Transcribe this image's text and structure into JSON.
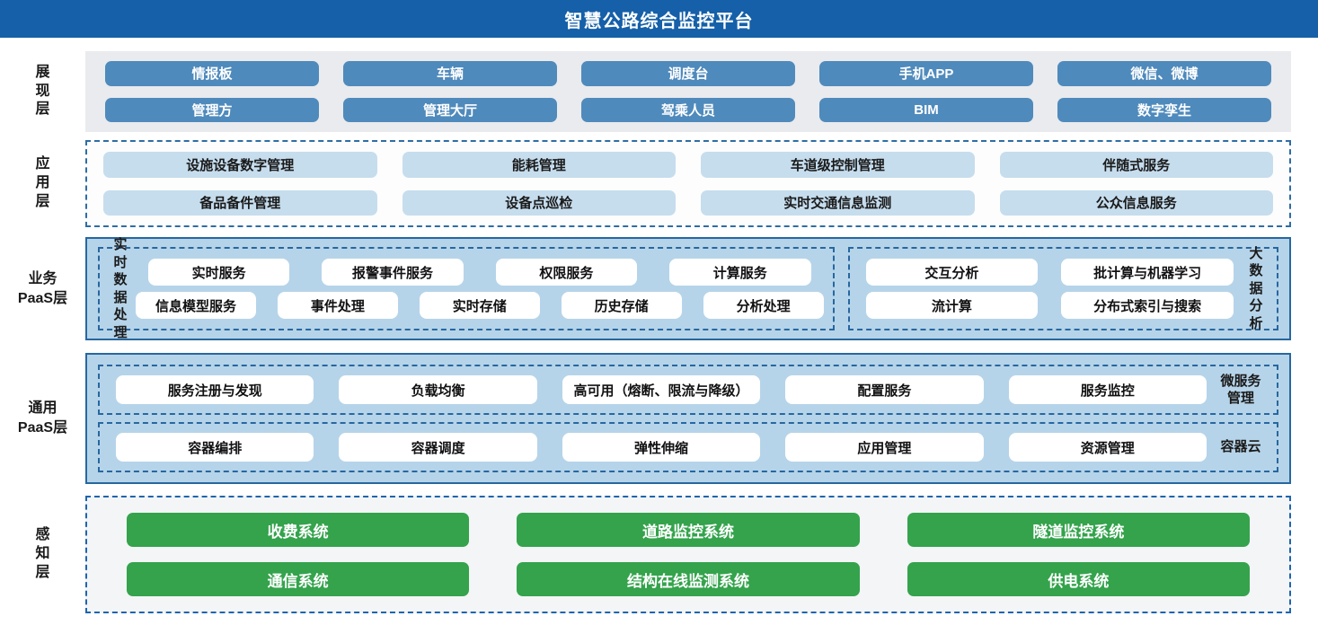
{
  "header": {
    "title": "智慧公路综合监控平台"
  },
  "colors": {
    "header_bg": "#1560a8",
    "presentation_panel_bg": "#e9ebee",
    "presentation_button": "#4f8abc",
    "application_button": "#c6ddee",
    "paas_panel_bg": "#b6d4e9",
    "paas_border": "#2767a0",
    "dashed_border": "#2e6da4",
    "perception_panel_bg": "#f3f5f6",
    "perception_button": "#34a34c",
    "button_text_light": "#ffffff",
    "button_text_dark": "#1a1a1a"
  },
  "layers": {
    "presentation": {
      "label": "展现层",
      "rows": [
        [
          "情报板",
          "车辆",
          "调度台",
          "手机APP",
          "微信、微博"
        ],
        [
          "管理方",
          "管理大厅",
          "驾乘人员",
          "BIM",
          "数字孪生"
        ]
      ]
    },
    "application": {
      "label": "应用层",
      "rows": [
        [
          "设施设备数字管理",
          "能耗管理",
          "车道级控制管理",
          "伴随式服务"
        ],
        [
          "备品备件管理",
          "设备点巡检",
          "实时交通信息监测",
          "公众信息服务"
        ]
      ]
    },
    "business_paas": {
      "label_line1": "业务",
      "label_line2": "PaaS层",
      "realtime": {
        "label": "实时数据处理",
        "row1": [
          "实时服务",
          "报警事件服务",
          "权限服务",
          "计算服务"
        ],
        "row2": [
          "信息模型服务",
          "事件处理",
          "实时存储",
          "历史存储",
          "分析处理"
        ]
      },
      "bigdata": {
        "label": "大数据分析",
        "row1": [
          "交互分析",
          "批计算与机器学习"
        ],
        "row2": [
          "流计算",
          "分布式索引与搜索"
        ]
      }
    },
    "common_paas": {
      "label_line1": "通用",
      "label_line2": "PaaS层",
      "microservice": {
        "label": "微服务管理",
        "items": [
          "服务注册与发现",
          "负载均衡",
          "高可用（熔断、限流与降级）",
          "配置服务",
          "服务监控"
        ]
      },
      "container": {
        "label": "容器云",
        "items": [
          "容器编排",
          "容器调度",
          "弹性伸缩",
          "应用管理",
          "资源管理"
        ]
      }
    },
    "perception": {
      "label": "感知层",
      "rows": [
        [
          "收费系统",
          "道路监控系统",
          "隧道监控系统"
        ],
        [
          "通信系统",
          "结构在线监测系统",
          "供电系统"
        ]
      ]
    }
  }
}
